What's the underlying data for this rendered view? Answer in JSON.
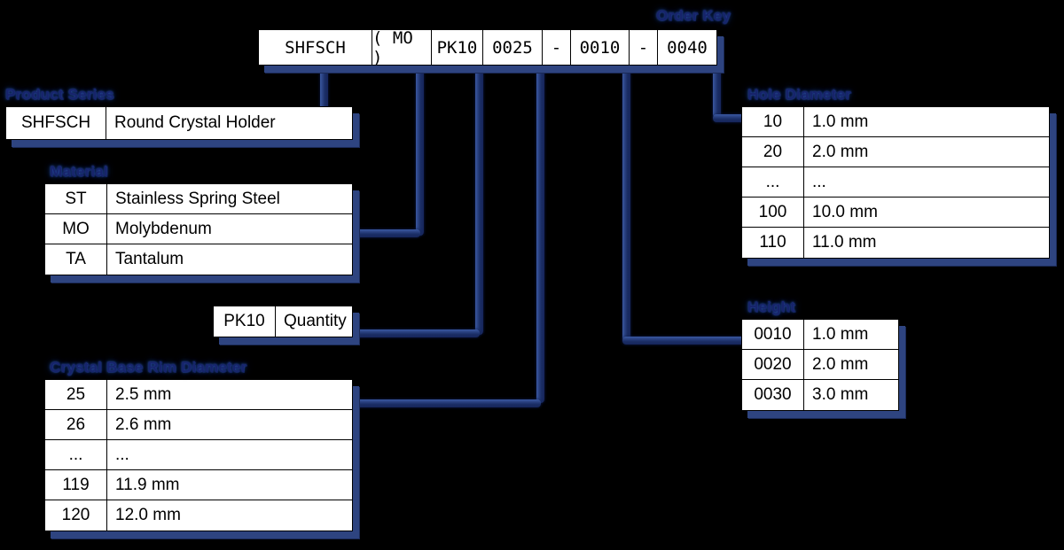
{
  "order_key": {
    "label": "Order Key",
    "segments": [
      {
        "name": "product-series",
        "text": "SHFSCH",
        "width": 128
      },
      {
        "name": "material",
        "text": "( MO )",
        "width": 67
      },
      {
        "name": "quantity",
        "text": "PK10",
        "width": 58
      },
      {
        "name": "crystal-base-rim-diameter",
        "text": "0025",
        "width": 67
      },
      {
        "name": "separator-1",
        "text": "-",
        "width": 32
      },
      {
        "name": "height",
        "text": "0010",
        "width": 66
      },
      {
        "name": "separator-2",
        "text": "-",
        "width": 32
      },
      {
        "name": "hole-diameter",
        "text": "0040",
        "width": 66
      }
    ]
  },
  "tables": {
    "product_series": {
      "label": "Product Series",
      "rows": [
        {
          "code": "SHFSCH",
          "value": "Round Crystal Holder"
        }
      ]
    },
    "material": {
      "label": "Material",
      "rows": [
        {
          "code": "ST",
          "value": "Stainless Spring Steel"
        },
        {
          "code": "MO",
          "value": "Molybdenum"
        },
        {
          "code": "TA",
          "value": "Tantalum"
        }
      ]
    },
    "quantity": {
      "label": "",
      "rows": [
        {
          "code": "PK10",
          "value": "Quantity"
        }
      ]
    },
    "crystal_base_rim_diameter": {
      "label": "Crystal Base Rim Diameter",
      "rows": [
        {
          "code": "25",
          "value": "2.5 mm"
        },
        {
          "code": "26",
          "value": "2.6 mm"
        },
        {
          "code": "...",
          "value": "..."
        },
        {
          "code": "119",
          "value": "11.9 mm"
        },
        {
          "code": "120",
          "value": "12.0 mm"
        }
      ]
    },
    "hole_diameter": {
      "label": "Hole Diameter",
      "rows": [
        {
          "code": "10",
          "value": "1.0 mm"
        },
        {
          "code": "20",
          "value": "2.0 mm"
        },
        {
          "code": "...",
          "value": "..."
        },
        {
          "code": "100",
          "value": "10.0 mm"
        },
        {
          "code": "110",
          "value": "11.0 mm"
        }
      ]
    },
    "height": {
      "label": "Height",
      "rows": [
        {
          "code": "0010",
          "value": "1.0 mm"
        },
        {
          "code": "0020",
          "value": "2.0 mm"
        },
        {
          "code": "0030",
          "value": "3.0 mm"
        }
      ]
    }
  },
  "colors": {
    "background": "#000000",
    "table_fill": "#ffffff",
    "table_border": "#000000",
    "connector": "#233a79",
    "label_text": "#17246b",
    "shadow": "#2e4480"
  }
}
